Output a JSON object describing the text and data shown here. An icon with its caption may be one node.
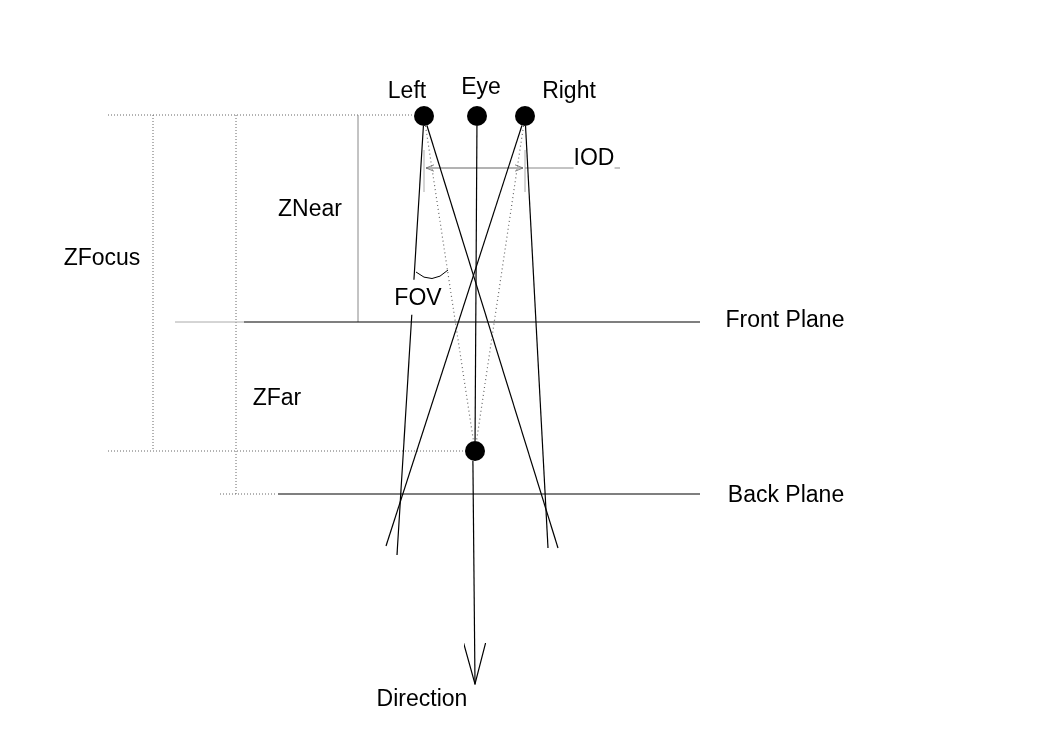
{
  "diagram": {
    "nodes": [
      {
        "text": [],
        "shape": "circle",
        "beside": [
          "Left"
        ]
      },
      {
        "text": [],
        "shape": "circle",
        "beside": [
          "Eye"
        ]
      },
      {
        "text": [],
        "shape": "circle",
        "beside": [
          "Right"
        ]
      },
      {
        "text": [],
        "shape": "circle"
      },
      {
        "text": [
          "Direction"
        ]
      }
    ],
    "edges": [
      {
        "from": 1,
        "to": 3,
        "arrow": "none"
      },
      {
        "from": 3,
        "to": 4,
        "arrow": "to"
      },
      {
        "from": 0,
        "to": 3,
        "arrow": "none",
        "style": "dashed",
        "color": "#666666"
      },
      {
        "from": 2,
        "to": 3,
        "arrow": "none",
        "style": "dashed",
        "color": "#666666"
      },
      {
        "from": 0,
        "to": null,
        "arrow": "none"
      },
      {
        "from": 0,
        "to": null,
        "arrow": "none"
      },
      {
        "from": 2,
        "to": null,
        "arrow": "none"
      },
      {
        "from": 2,
        "to": null,
        "arrow": "none"
      }
    ],
    "labels": [
      "IOD",
      "ZNear",
      "ZFocus",
      "FOV",
      "Front Plane",
      "ZFar",
      "Back Plane"
    ]
  }
}
